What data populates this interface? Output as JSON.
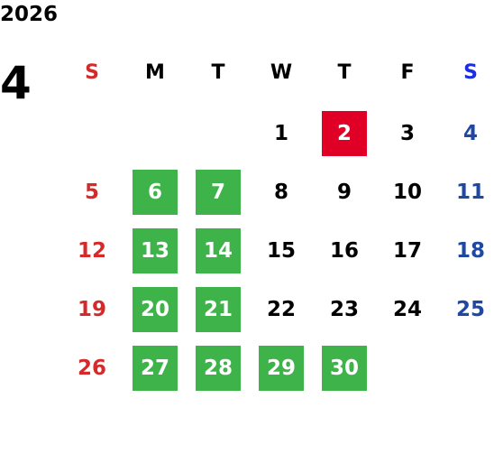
{
  "header": {
    "year": "2026",
    "month": "4"
  },
  "colors": {
    "text": "#000000",
    "sunday": "#d62a2a",
    "saturday": "#1f48a5",
    "saturday_header": "#1a2ee8",
    "green_highlight": "#3db34a",
    "red_highlight": "#e00025",
    "highlight_text": "#ffffff"
  },
  "weekdays": [
    {
      "label": "S",
      "kind": "sun"
    },
    {
      "label": "M",
      "kind": "weekday"
    },
    {
      "label": "T",
      "kind": "weekday"
    },
    {
      "label": "W",
      "kind": "weekday"
    },
    {
      "label": "T",
      "kind": "weekday"
    },
    {
      "label": "F",
      "kind": "weekday"
    },
    {
      "label": "S",
      "kind": "sat"
    }
  ],
  "weeks": [
    [
      {
        "text": "",
        "kind": "empty"
      },
      {
        "text": "",
        "kind": "empty"
      },
      {
        "text": "",
        "kind": "empty"
      },
      {
        "text": "1",
        "kind": "normal"
      },
      {
        "text": "2",
        "kind": "red"
      },
      {
        "text": "3",
        "kind": "normal"
      },
      {
        "text": "4",
        "kind": "sat"
      }
    ],
    [
      {
        "text": "5",
        "kind": "sun"
      },
      {
        "text": "6",
        "kind": "green"
      },
      {
        "text": "7",
        "kind": "green"
      },
      {
        "text": "8",
        "kind": "normal"
      },
      {
        "text": "9",
        "kind": "normal"
      },
      {
        "text": "10",
        "kind": "normal"
      },
      {
        "text": "11",
        "kind": "sat"
      }
    ],
    [
      {
        "text": "12",
        "kind": "sun"
      },
      {
        "text": "13",
        "kind": "green"
      },
      {
        "text": "14",
        "kind": "green"
      },
      {
        "text": "15",
        "kind": "normal"
      },
      {
        "text": "16",
        "kind": "normal"
      },
      {
        "text": "17",
        "kind": "normal"
      },
      {
        "text": "18",
        "kind": "sat"
      }
    ],
    [
      {
        "text": "19",
        "kind": "sun"
      },
      {
        "text": "20",
        "kind": "green"
      },
      {
        "text": "21",
        "kind": "green"
      },
      {
        "text": "22",
        "kind": "normal"
      },
      {
        "text": "23",
        "kind": "normal"
      },
      {
        "text": "24",
        "kind": "normal"
      },
      {
        "text": "25",
        "kind": "sat"
      }
    ],
    [
      {
        "text": "26",
        "kind": "sun"
      },
      {
        "text": "27",
        "kind": "green"
      },
      {
        "text": "28",
        "kind": "green"
      },
      {
        "text": "29",
        "kind": "green"
      },
      {
        "text": "30",
        "kind": "green"
      },
      {
        "text": "",
        "kind": "empty"
      },
      {
        "text": "",
        "kind": "empty"
      }
    ]
  ]
}
